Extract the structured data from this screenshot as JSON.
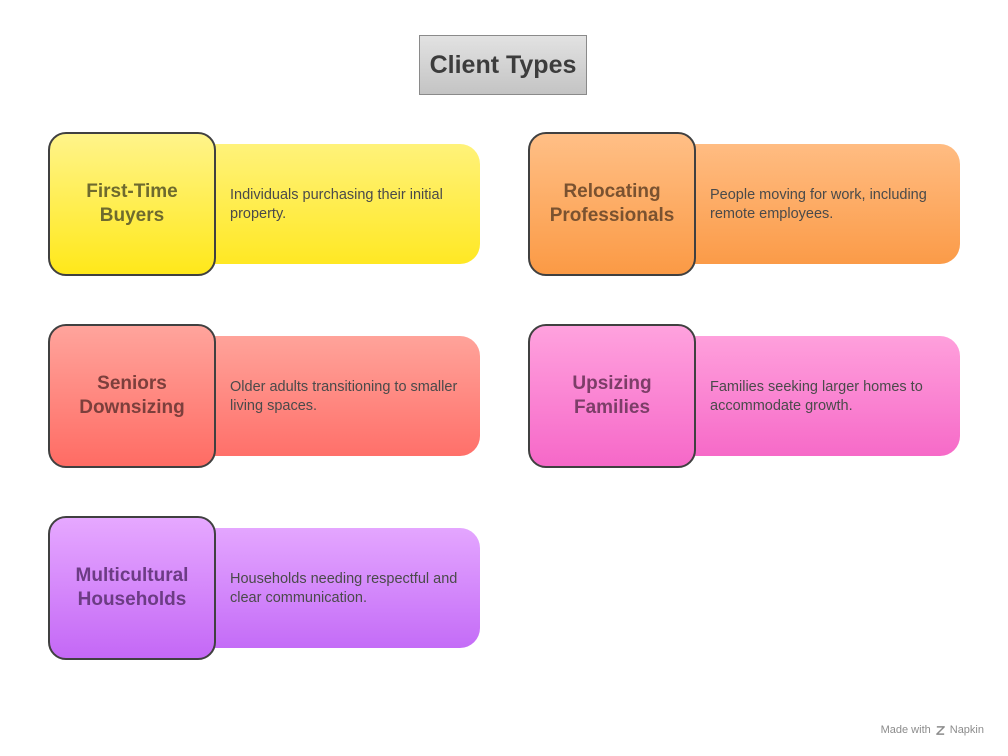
{
  "title": "Client Types",
  "client_types": [
    {
      "name": "First-Time Buyers",
      "description": "Individuals purchasing their initial property.",
      "color": "#ffe81a"
    },
    {
      "name": "Relocating Professionals",
      "description": "People moving for work, including remote employees.",
      "color": "#fb9a45"
    },
    {
      "name": "Seniors Downsizing",
      "description": "Older adults transitioning to smaller living spaces.",
      "color": "#ff6c64"
    },
    {
      "name": "Upsizing Families",
      "description": "Families seeking larger homes to accommodate growth.",
      "color": "#f668c8"
    },
    {
      "name": "Multicultural Households",
      "description": "Households needing respectful and clear communication.",
      "color": "#c468f6"
    }
  ],
  "watermark": {
    "prefix": "Made with",
    "brand": "Napkin",
    "icon": "napkin-logo-icon"
  }
}
